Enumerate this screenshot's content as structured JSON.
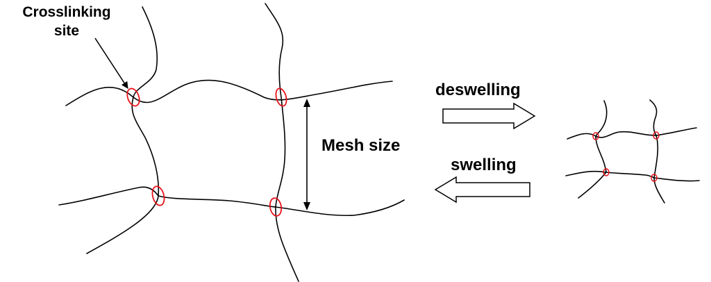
{
  "labels": {
    "crosslinking_site_line1": "Crosslinking",
    "crosslinking_site_line2": "site",
    "mesh_size": "Mesh size",
    "deswelling": "deswelling",
    "swelling": "swelling"
  },
  "colors": {
    "chain": "#000000",
    "crosslink": "#e8121a",
    "text": "#000000",
    "background": "#ffffff"
  }
}
